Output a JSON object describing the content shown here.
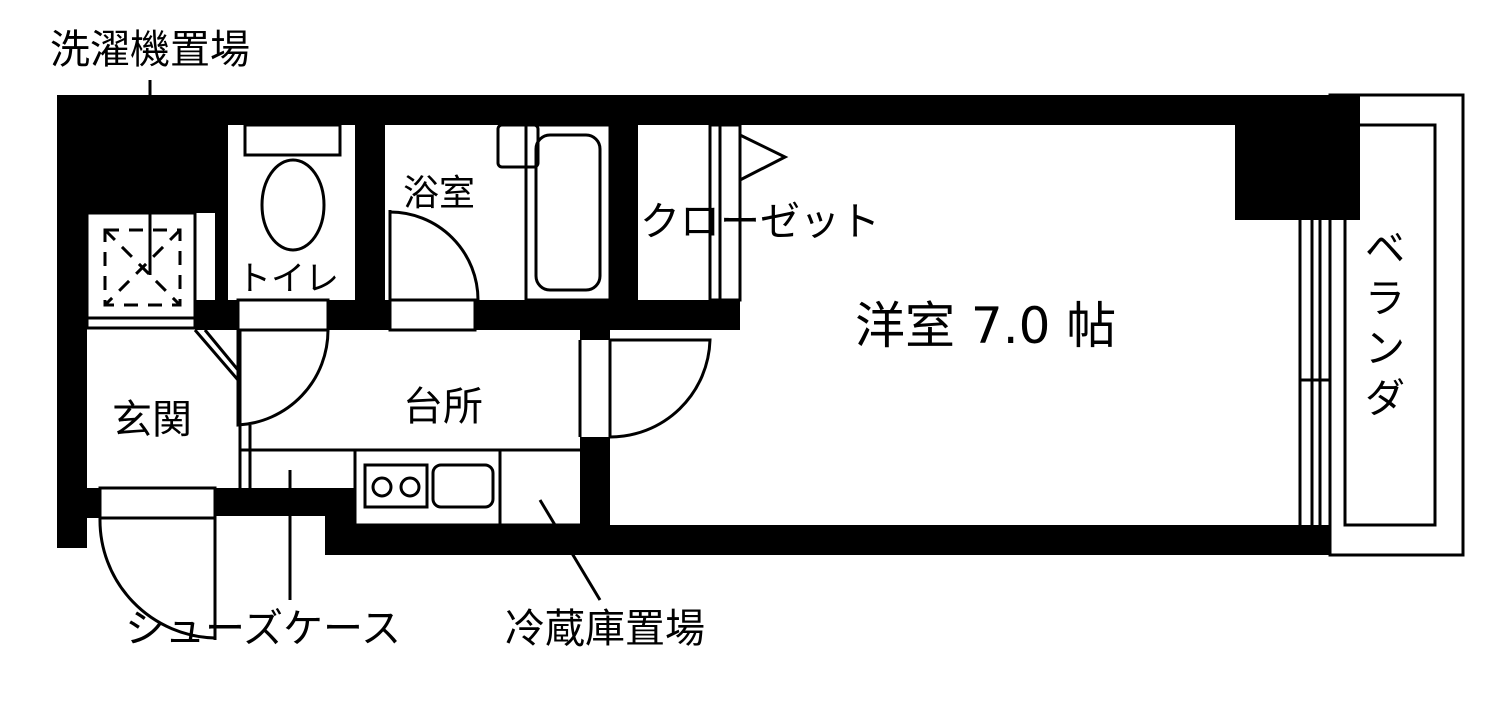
{
  "colors": {
    "wall": "#000000",
    "background": "#ffffff"
  },
  "labels": {
    "washer": "洗濯機置場",
    "toilet": "トイレ",
    "bath": "浴室",
    "closet": "クローゼット",
    "room": "洋室 7.0 帖",
    "veranda": [
      "ベ",
      "ラ",
      "ン",
      "ダ"
    ],
    "entrance": "玄関",
    "kitchen": "台所",
    "shoe_case": "シューズケース",
    "fridge": "冷蔵庫置場"
  }
}
